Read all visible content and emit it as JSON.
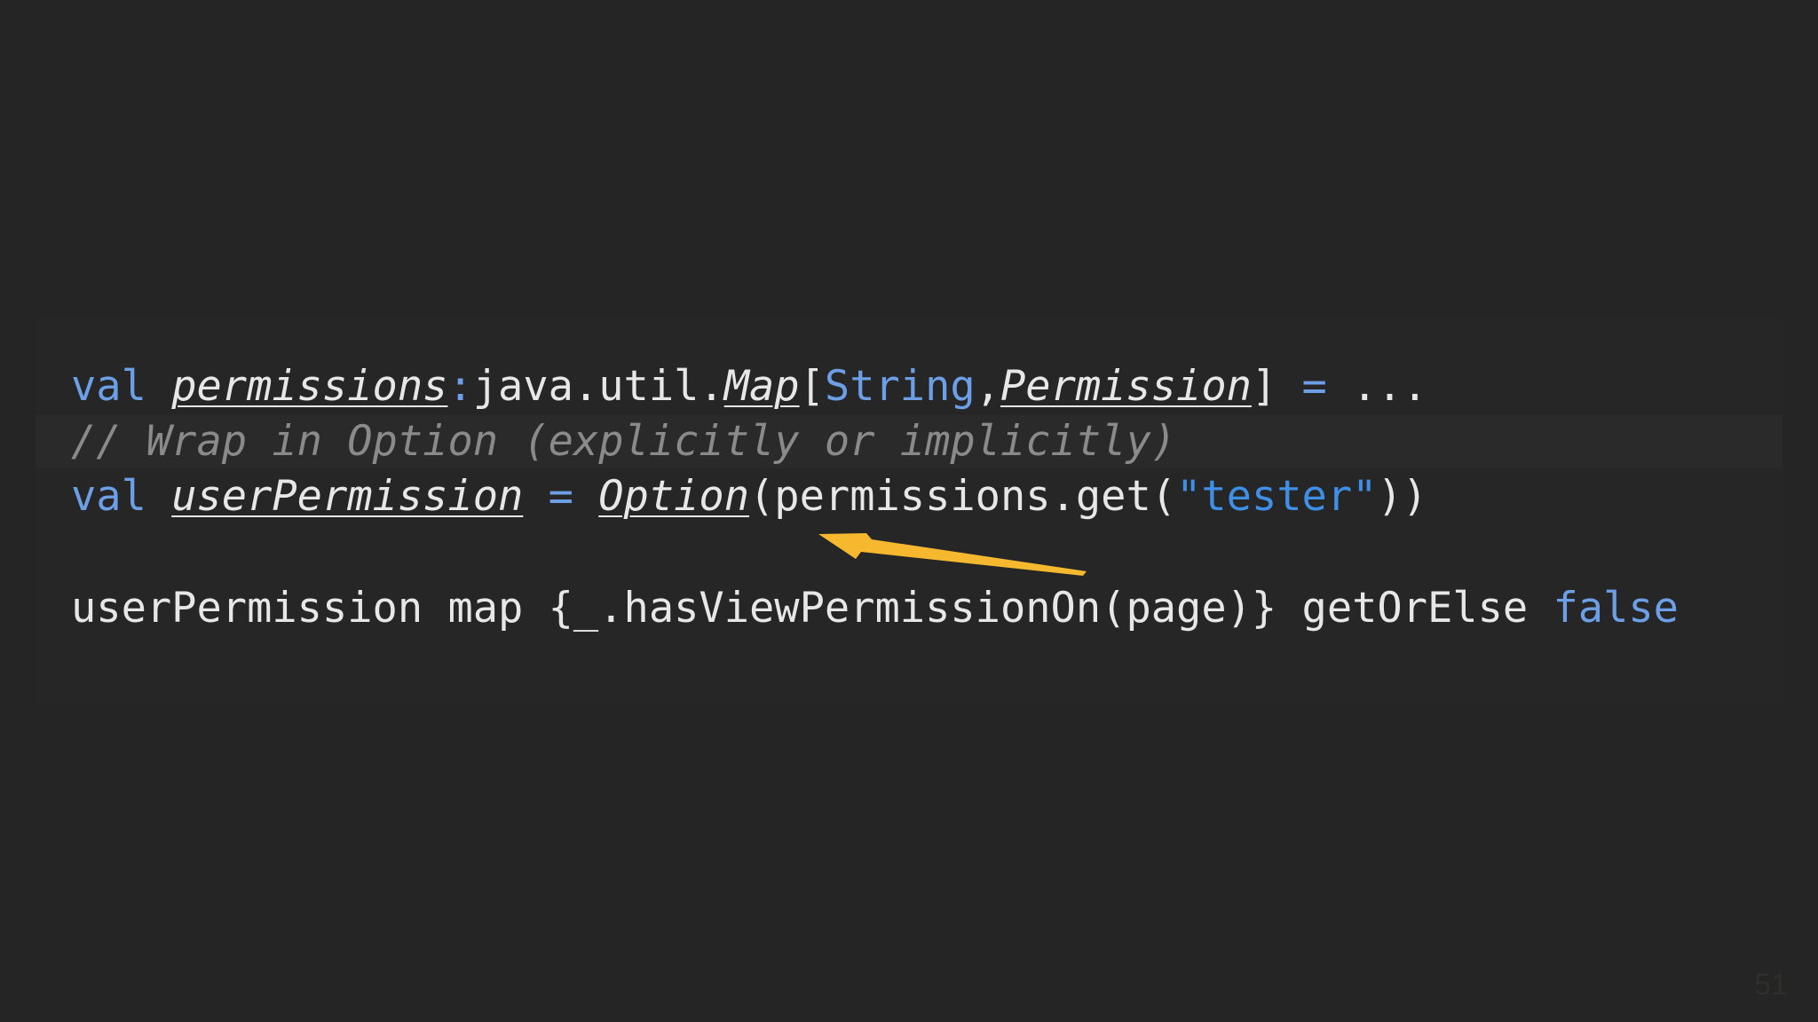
{
  "code": {
    "line1": {
      "kw_val": "val",
      "name": "permissions",
      "colon": ":",
      "pkg": "java.util.",
      "map_type": "Map",
      "open_bracket": "[",
      "string_type": "String",
      "comma": ",",
      "perm_type": "Permission",
      "close_bracket": "]",
      "equals": " = ",
      "ellipsis": "..."
    },
    "line2": {
      "comment": "// Wrap in Option (explicitly or implicitly)"
    },
    "line3": {
      "kw_val": "val",
      "name": "userPermission",
      "equals": " = ",
      "option": "Option",
      "call_open": "(permissions.get(",
      "string_literal": "\"tester\"",
      "call_close": "))"
    },
    "line4": {
      "expr": "userPermission map {_.hasViewPermissionOn(page)} getOrElse ",
      "kw_false": "false"
    }
  },
  "annotation": {
    "arrow_color": "#f5b82e",
    "icon": "arrow-left-icon"
  },
  "slide": {
    "page_number": "51"
  }
}
